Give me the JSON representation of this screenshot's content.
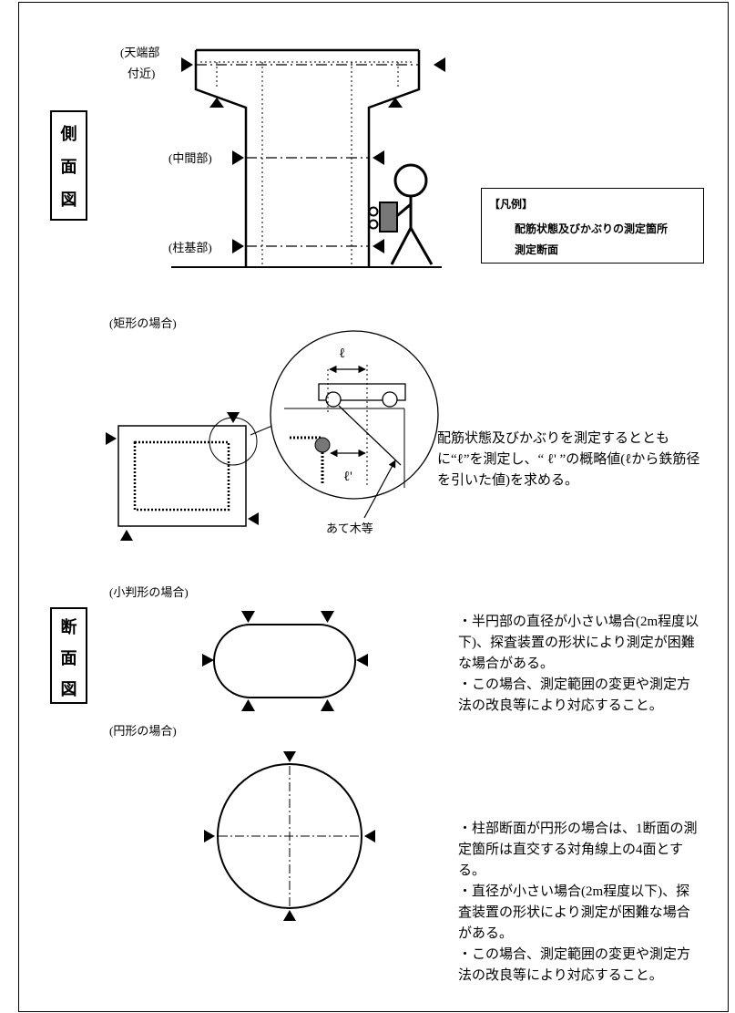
{
  "side_view": {
    "heading_chars": [
      "側",
      "面",
      "図"
    ],
    "top_label_line1": "(天端部",
    "top_label_line2": "付近)",
    "mid_label": "(中間部)",
    "base_label": "(柱基部)"
  },
  "legend": {
    "title": "【凡例】",
    "marker_label": "配筋状態及びかぶりの測定箇所",
    "line_label": "測定断面"
  },
  "section_view": {
    "heading_chars": [
      "断",
      "面",
      "図"
    ],
    "rect_title": "(矩形の場合)",
    "ell_label": "ℓ",
    "ell_prime_label": "ℓ'",
    "wood_label": "あて木等",
    "rect_note": "配筋状態及びかぶりを測定するとともに“ℓ”を測定し、“ ℓ' ”の概略値(ℓから鉄筋径を引いた値)を求める。",
    "oval_title": "(小判形の場合)",
    "oval_notes": [
      "・半円部の直径が小さい場合(2m程度以下)、探査装置の形状により測定が困難な場合がある。",
      "・この場合、測定範囲の変更や測定方法の改良等により対応すること。"
    ],
    "circle_title": "(円形の場合)",
    "circle_notes": [
      "・柱部断面が円形の場合は、1断面の測定箇所は直交する対角線上の4面とする。",
      "・直径が小さい場合(2m程度以下)、探査装置の形状により測定が困難な場合がある。",
      "・この場合、測定範囲の変更や測定方法の改良等により対応すること。"
    ]
  }
}
